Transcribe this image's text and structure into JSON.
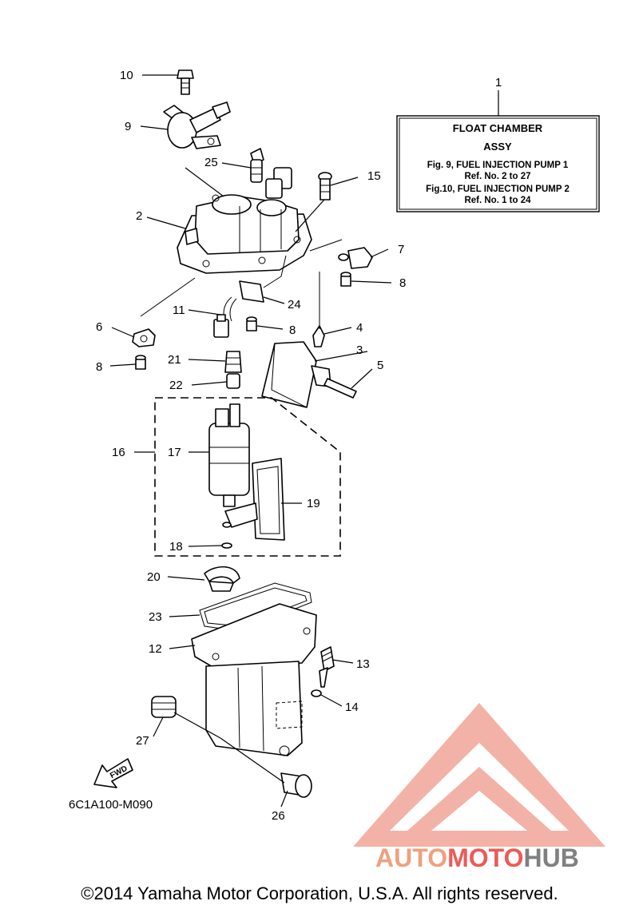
{
  "info_box": {
    "ref_number": "1",
    "line1": "FLOAT CHAMBER",
    "line2": "ASSY",
    "line3": "Fig.  9, FUEL INJECTION PUMP 1",
    "line4": "Ref. No. 2 to 27",
    "line5": "Fig.10, FUEL INJECTION PUMP 2",
    "line6": "Ref. No. 1 to 24"
  },
  "callouts": {
    "c2": "2",
    "c3": "3",
    "c4": "4",
    "c5": "5",
    "c6": "6",
    "c7": "7",
    "c8a": "8",
    "c8b": "8",
    "c8c": "8",
    "c9": "9",
    "c10": "10",
    "c11": "11",
    "c12": "12",
    "c13": "13",
    "c14": "14",
    "c15": "15",
    "c16": "16",
    "c17": "17",
    "c18": "18",
    "c19": "19",
    "c20": "20",
    "c21": "21",
    "c22": "22",
    "c23": "23",
    "c24": "24",
    "c25": "25",
    "c26": "26",
    "c27": "27"
  },
  "fwd_label": "FWD",
  "diagram_code": "6C1A100-M090",
  "watermark": {
    "part1": "AUTO",
    "part2": "MOTO",
    "part3": "HUB",
    "colors": {
      "auto": "#f0a07e",
      "moto": "#ec5b57",
      "hub": "#808080"
    }
  },
  "copyright": "©2014 Yamaha Motor Corporation, U.S.A. All rights reserved."
}
